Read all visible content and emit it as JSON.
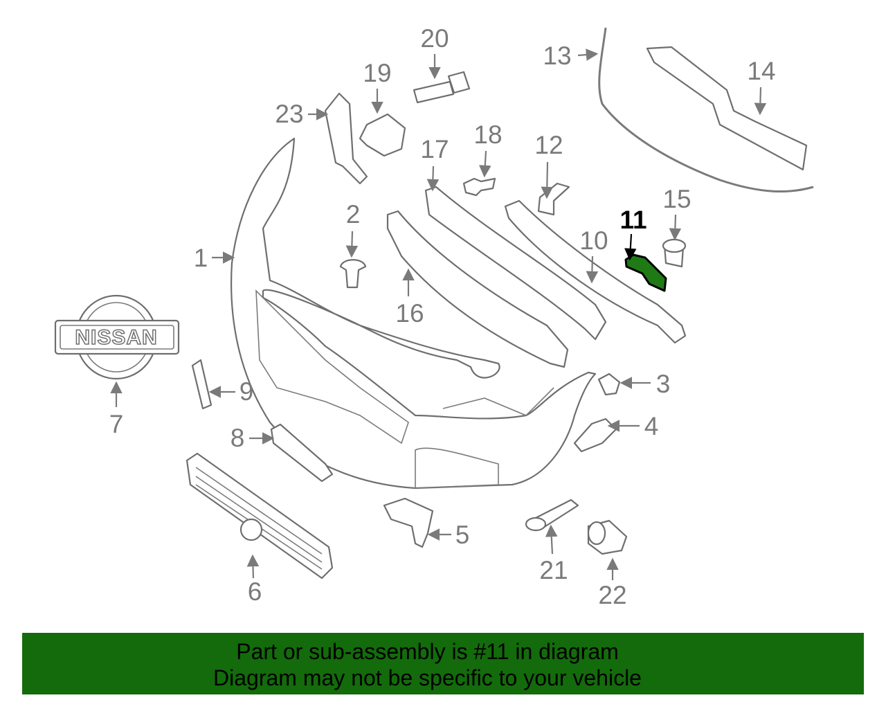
{
  "diagram": {
    "highlighted_part": "11",
    "highlight_color": "#1f7a16",
    "labels": {
      "1": "1",
      "2": "2",
      "3": "3",
      "4": "4",
      "5": "5",
      "6": "6",
      "7": "7",
      "8": "8",
      "9": "9",
      "10": "10",
      "11": "11",
      "12": "12",
      "13": "13",
      "14": "14",
      "15": "15",
      "16": "16",
      "17": "17",
      "18": "18",
      "19": "19",
      "20": "20",
      "21": "21",
      "22": "22",
      "23": "23"
    },
    "emblem_text": "NISSAN"
  },
  "banner": {
    "line1": "Part or sub-assembly is #11 in diagram",
    "line2": "Diagram may not be specific to your vehicle",
    "background": "#136b0b"
  }
}
